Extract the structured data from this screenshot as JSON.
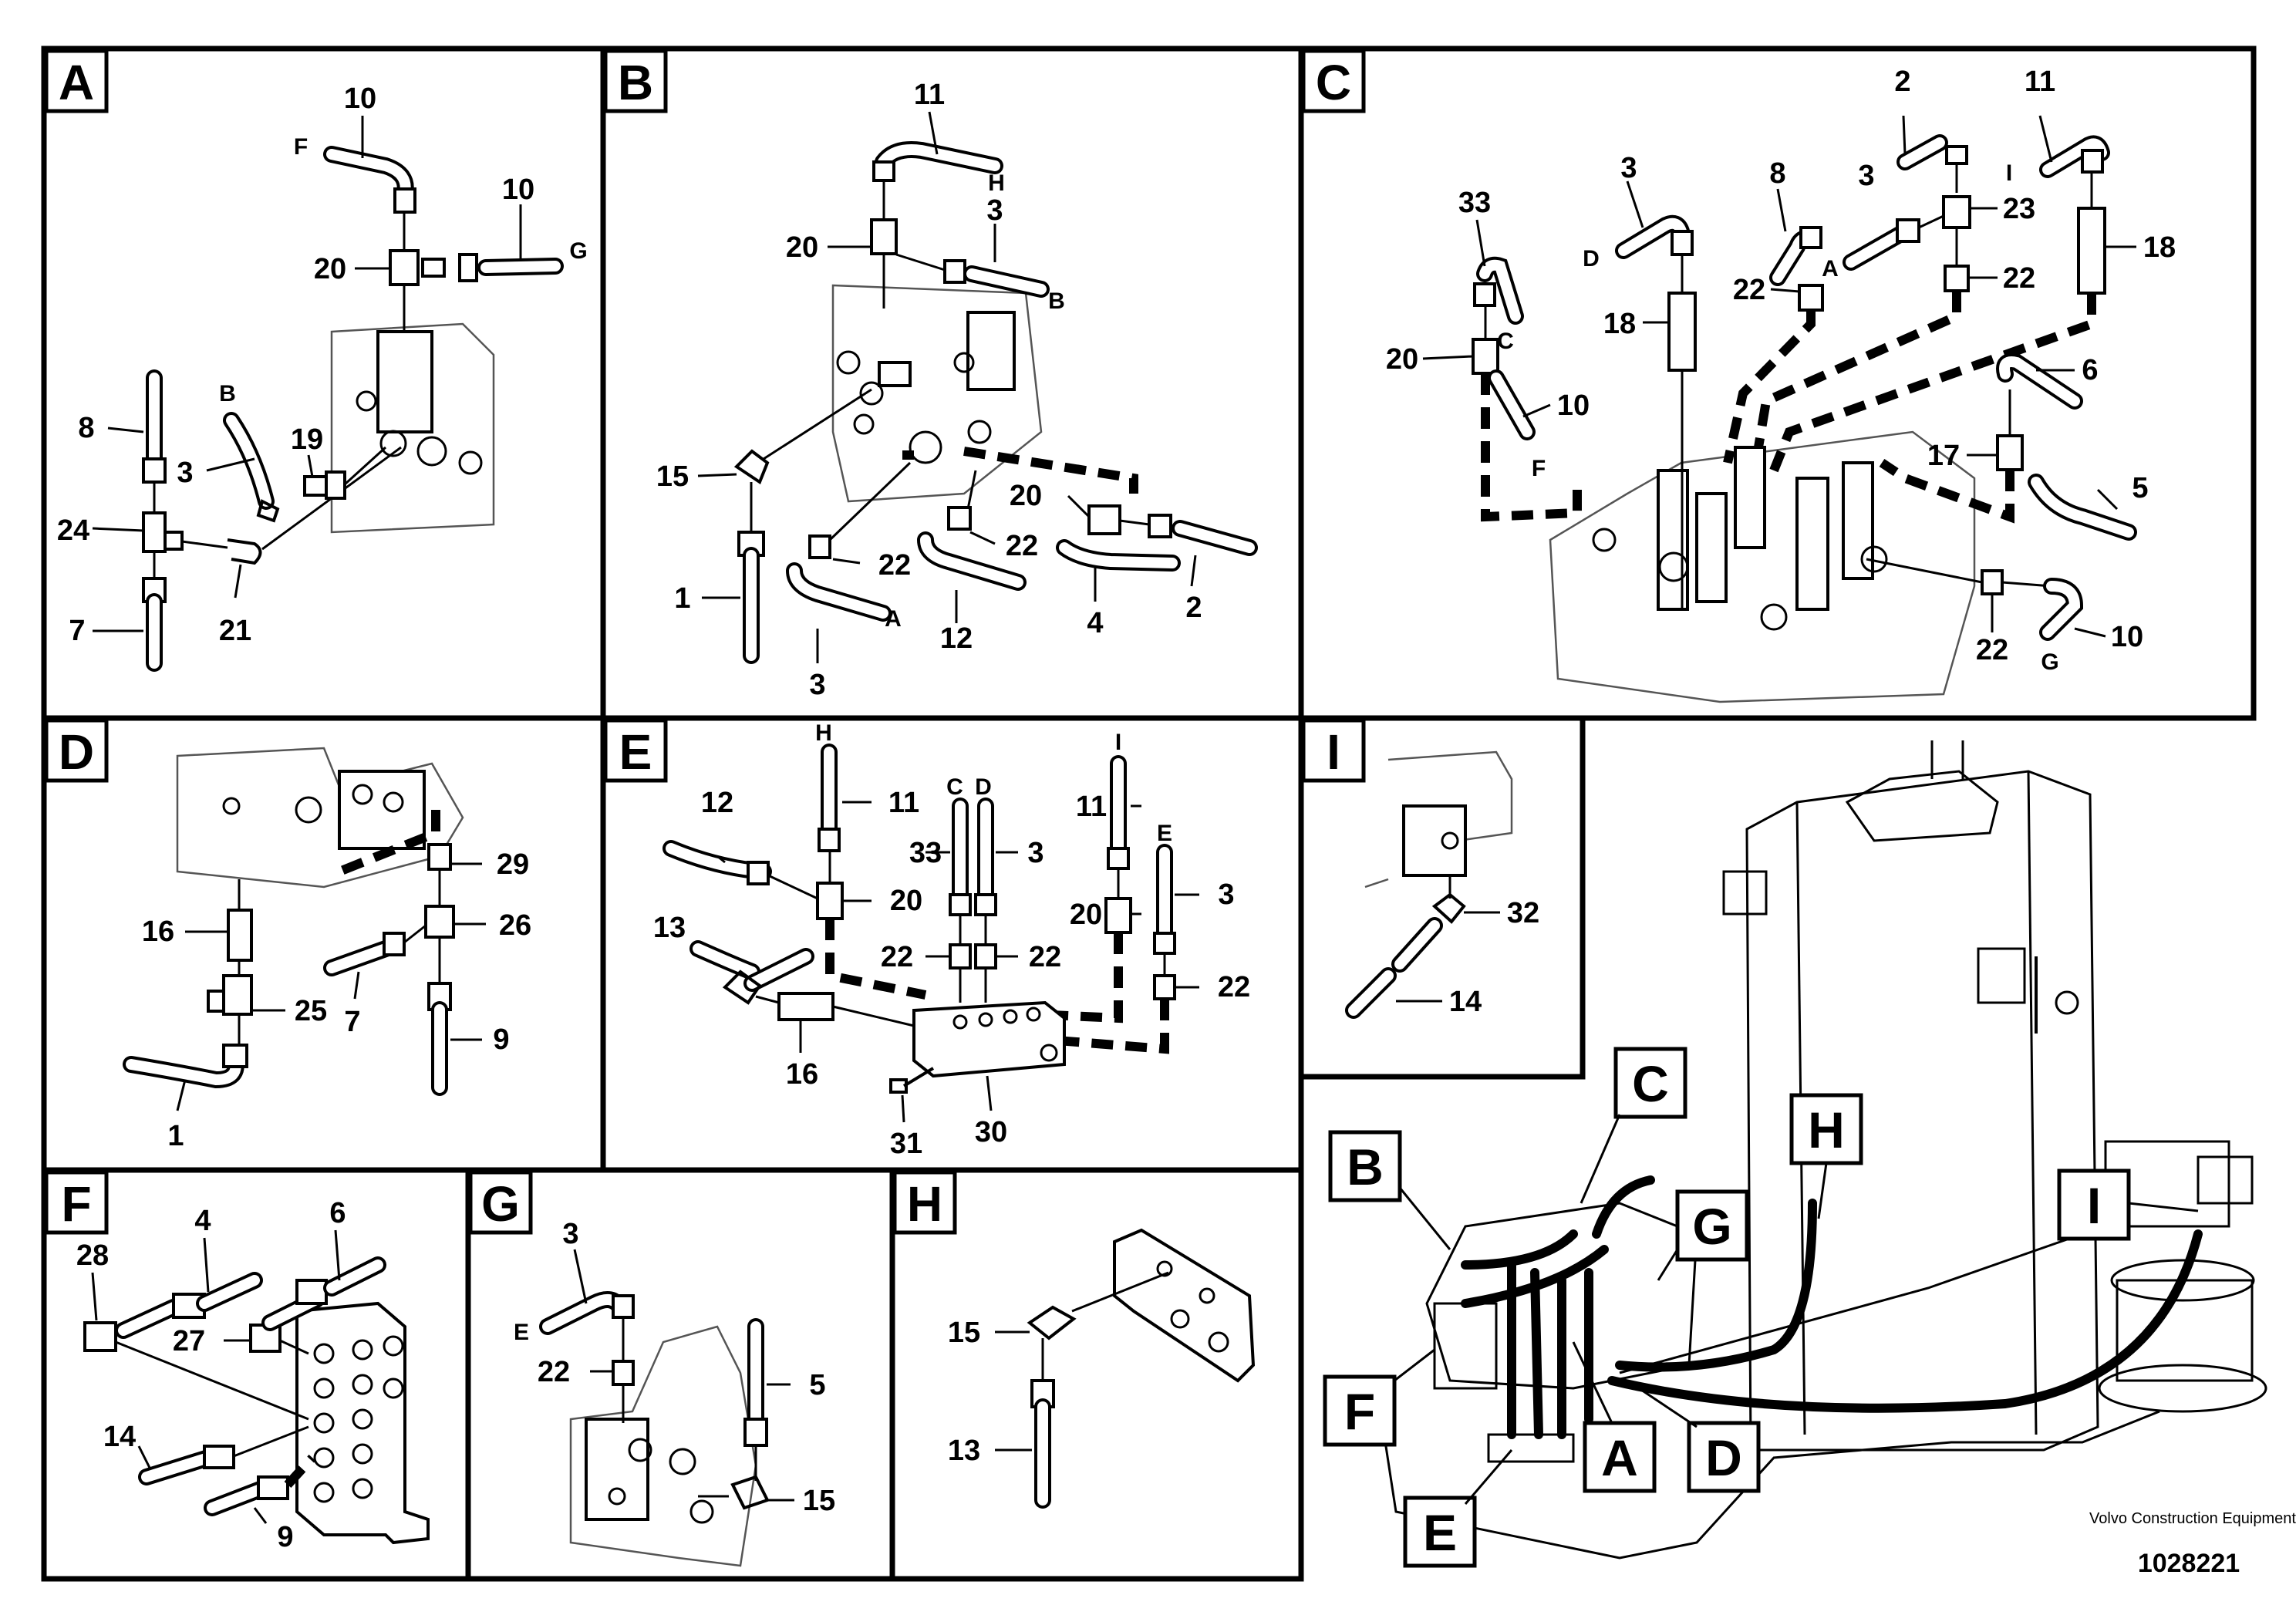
{
  "panels": {
    "A": {
      "letter": "A",
      "labels": [
        "10",
        "10",
        "20",
        "8",
        "3",
        "19",
        "24",
        "7",
        "21"
      ],
      "ends": [
        "F",
        "G",
        "B"
      ]
    },
    "B": {
      "letter": "B",
      "labels": [
        "11",
        "20",
        "3",
        "15",
        "20",
        "1",
        "22",
        "22",
        "2",
        "12",
        "4",
        "3"
      ],
      "ends": [
        "H",
        "B",
        "A"
      ]
    },
    "C": {
      "letter": "C",
      "labels": [
        "2",
        "11",
        "33",
        "3",
        "8",
        "3",
        "23",
        "18",
        "22",
        "22",
        "18",
        "20",
        "10",
        "6",
        "17",
        "5",
        "22",
        "10"
      ],
      "ends": [
        "I",
        "D",
        "C",
        "A",
        "F",
        "G"
      ]
    },
    "D": {
      "letter": "D",
      "labels": [
        "29",
        "16",
        "26",
        "25",
        "7",
        "9",
        "1"
      ]
    },
    "E": {
      "letter": "E",
      "labels": [
        "11",
        "12",
        "33",
        "3",
        "11",
        "13",
        "20",
        "20",
        "3",
        "22",
        "22",
        "22",
        "16",
        "30",
        "31"
      ],
      "ends": [
        "H",
        "C",
        "D",
        "I",
        "E"
      ]
    },
    "I": {
      "letter": "I",
      "labels": [
        "32",
        "14"
      ]
    },
    "F": {
      "letter": "F",
      "labels": [
        "4",
        "6",
        "28",
        "27",
        "14",
        "9"
      ]
    },
    "G": {
      "letter": "G",
      "labels": [
        "3",
        "22",
        "5",
        "15"
      ],
      "ends": [
        "E"
      ]
    },
    "H": {
      "letter": "H",
      "labels": [
        "15",
        "13"
      ]
    }
  },
  "overview": {
    "markers": [
      "C",
      "H",
      "B",
      "G",
      "I",
      "F",
      "A",
      "D",
      "E"
    ]
  },
  "footer": {
    "brand": "Volvo Construction Equipment",
    "doc_number": "1028221"
  }
}
